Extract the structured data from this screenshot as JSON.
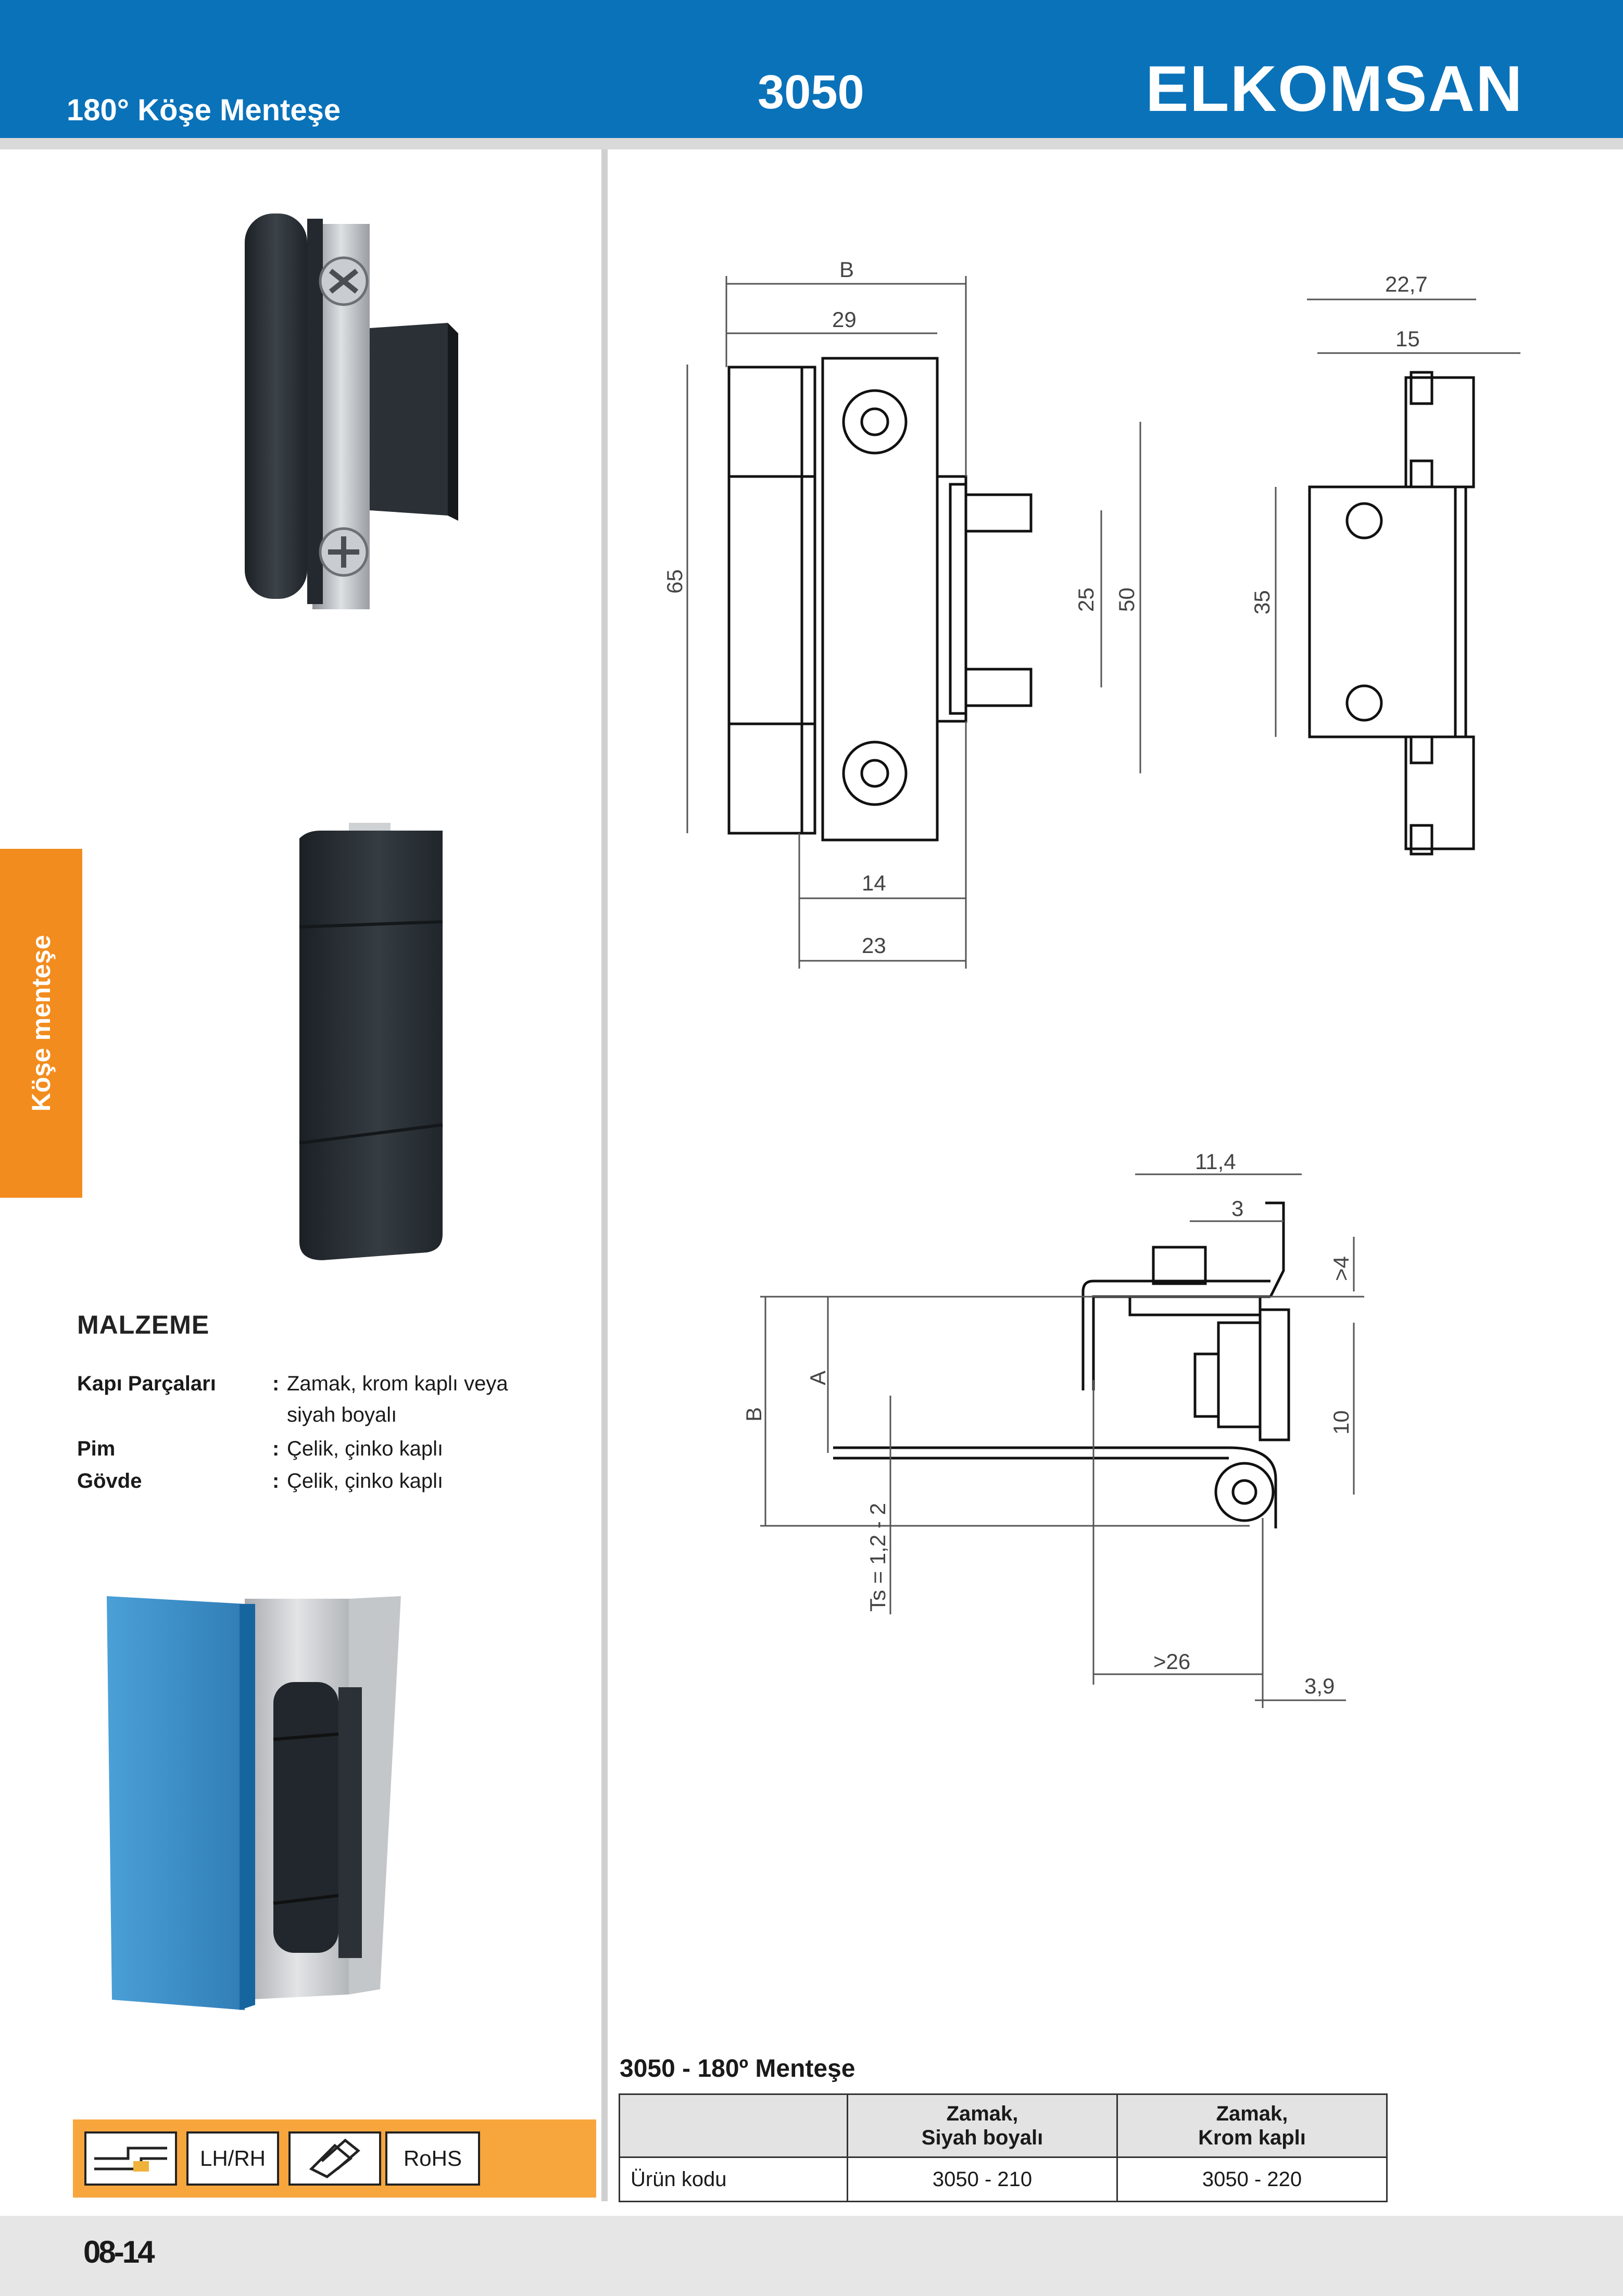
{
  "header": {
    "subtitle": "180° Köşe Menteşe",
    "code": "3050",
    "brand": "ELKOMSAN"
  },
  "side_tab": {
    "label": "Köşe menteşe"
  },
  "materials": {
    "title": "MALZEME",
    "rows": [
      {
        "key": "Kapı Parçaları",
        "sep": ":",
        "value": "Zamak, krom kaplı veya",
        "value2": "siyah boyalı"
      },
      {
        "key": "Pim",
        "sep": ":",
        "value": "Çelik, çinko kaplı"
      },
      {
        "key": "Gövde",
        "sep": ":",
        "value": "Çelik, çinko kaplı"
      }
    ]
  },
  "icons": {
    "items": [
      {
        "name": "surface-mount-icon",
        "label": ""
      },
      {
        "name": "lh-rh-badge",
        "label": "LH/RH"
      },
      {
        "name": "hinge-icon",
        "label": ""
      },
      {
        "name": "rohs-badge",
        "label": "RoHS"
      }
    ]
  },
  "drawings": {
    "top_left": {
      "B": "B",
      "d29": "29",
      "d65": "65",
      "d25": "25",
      "d50": "50",
      "d14": "14",
      "d23": "23"
    },
    "top_right": {
      "d227": "22,7",
      "d15": "15",
      "d35": "35"
    },
    "bottom": {
      "d114": "11,4",
      "d3": "3",
      "d4": ">4",
      "A": "A",
      "B": "B",
      "d10": "10",
      "ts": "Ts = 1,2 - 2",
      "d26": ">26",
      "d39": "3,9"
    }
  },
  "table": {
    "title": "3050 - 180º Menteşe",
    "headers": [
      {
        "line1": "",
        "line2": ""
      },
      {
        "line1": "Zamak,",
        "line2": "Siyah boyalı"
      },
      {
        "line1": "Zamak,",
        "line2": "Krom kaplı"
      }
    ],
    "row": {
      "label": "Ürün kodu",
      "values": [
        "3050 - 210",
        "3050 - 220"
      ]
    }
  },
  "footer": {
    "page": "08-14"
  },
  "colors": {
    "header_blue": "#0a72b9",
    "accent_orange": "#f28c1e",
    "icon_bar": "#f7a63e",
    "glass_blue": "#1e86c8"
  }
}
